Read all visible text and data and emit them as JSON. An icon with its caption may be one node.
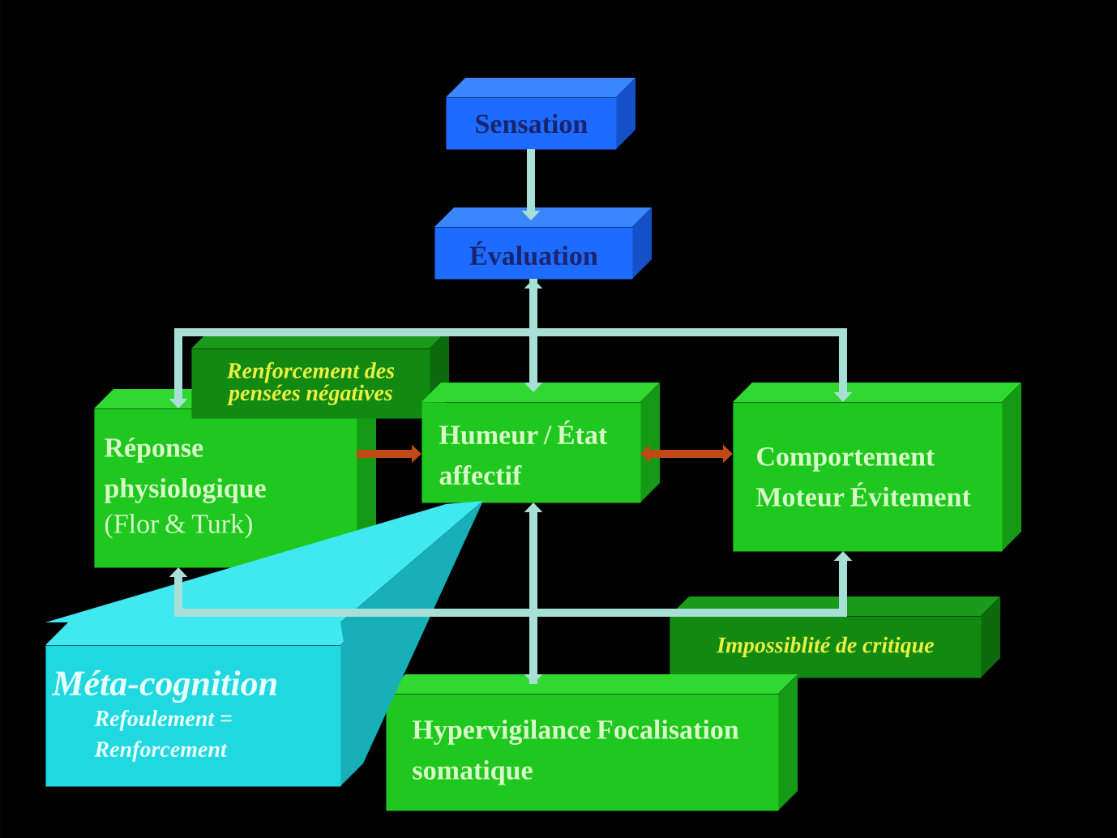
{
  "diagram": {
    "nodes": [
      {
        "text": [
          "Sensation"
        ]
      },
      {
        "text": [
          "Évaluation"
        ]
      },
      {
        "text": [
          "Renforcement des pensées négatives"
        ]
      },
      {
        "text": [
          "Réponse physiologique",
          "(Flor & Turk)"
        ]
      },
      {
        "text": [
          "Humeur / État affectif"
        ]
      },
      {
        "text": [
          "Comportement Moteur Évitement"
        ]
      },
      {
        "text": [
          "Méta-cognition",
          "Refoulement = Renforcement"
        ]
      },
      {
        "text": [
          "Impossiblité de critique"
        ]
      },
      {
        "text": [
          "Hypervigilance Focalisation somatique"
        ]
      }
    ],
    "edges": [
      {
        "from": 0,
        "to": 1,
        "arrow": "to"
      },
      {
        "from": 1,
        "to": 3,
        "arrow": "to"
      },
      {
        "from": 1,
        "to": 4,
        "arrow": "both"
      },
      {
        "from": 1,
        "to": 5,
        "arrow": "to"
      },
      {
        "from": 3,
        "to": 4,
        "arrow": "to",
        "color": "#c04a14"
      },
      {
        "from": 4,
        "to": 5,
        "arrow": "both",
        "color": "#c04a14"
      },
      {
        "from": 4,
        "to": 8,
        "arrow": "both"
      },
      {
        "from": 8,
        "to": 3,
        "arrow": "to"
      },
      {
        "from": 8,
        "to": 5,
        "arrow": "to"
      }
    ]
  }
}
